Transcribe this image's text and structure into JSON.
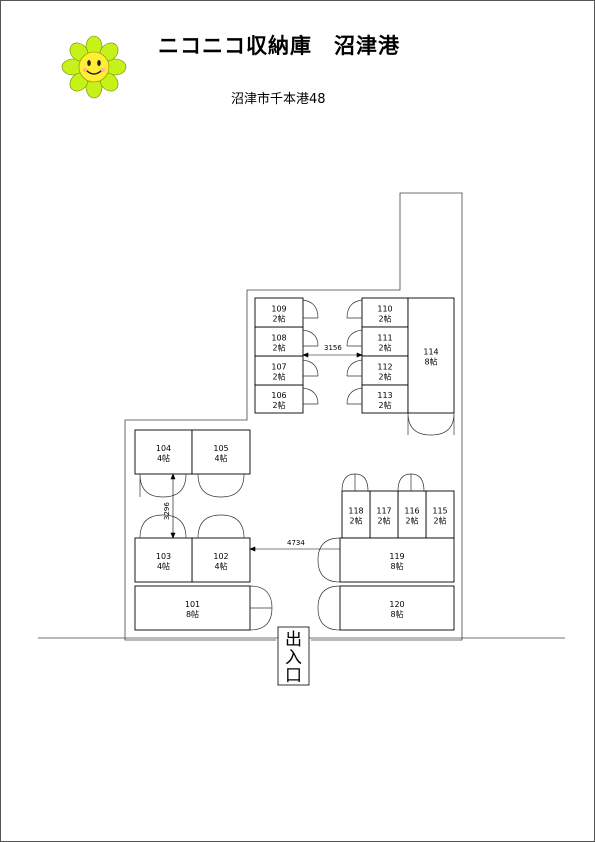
{
  "header": {
    "title": "ニコニコ収納庫　沼津港",
    "address": "沼津市千本港48"
  },
  "logo": {
    "icon": "smiling-flower-icon",
    "petal_color": "#c6f21a",
    "face_color": "#ffee33"
  },
  "dimensions": {
    "top_corridor": "4734",
    "upper_corridor": "3156",
    "vertical_gap": "3296"
  },
  "entrance": {
    "char_top": "出",
    "char_bottom": "入",
    "char_last": "口"
  },
  "units": [
    {
      "id": "101",
      "size": "8帖"
    },
    {
      "id": "102",
      "size": "4帖"
    },
    {
      "id": "103",
      "size": "4帖"
    },
    {
      "id": "104",
      "size": "4帖"
    },
    {
      "id": "105",
      "size": "4帖"
    },
    {
      "id": "106",
      "size": "2帖"
    },
    {
      "id": "107",
      "size": "2帖"
    },
    {
      "id": "108",
      "size": "2帖"
    },
    {
      "id": "109",
      "size": "2帖"
    },
    {
      "id": "110",
      "size": "2帖"
    },
    {
      "id": "111",
      "size": "2帖"
    },
    {
      "id": "112",
      "size": "2帖"
    },
    {
      "id": "113",
      "size": "2帖"
    },
    {
      "id": "114",
      "size": "8帖"
    },
    {
      "id": "115",
      "size": "2帖"
    },
    {
      "id": "116",
      "size": "2帖"
    },
    {
      "id": "117",
      "size": "2帖"
    },
    {
      "id": "118",
      "size": "2帖"
    },
    {
      "id": "119",
      "size": "8帖"
    },
    {
      "id": "120",
      "size": "8帖"
    }
  ]
}
